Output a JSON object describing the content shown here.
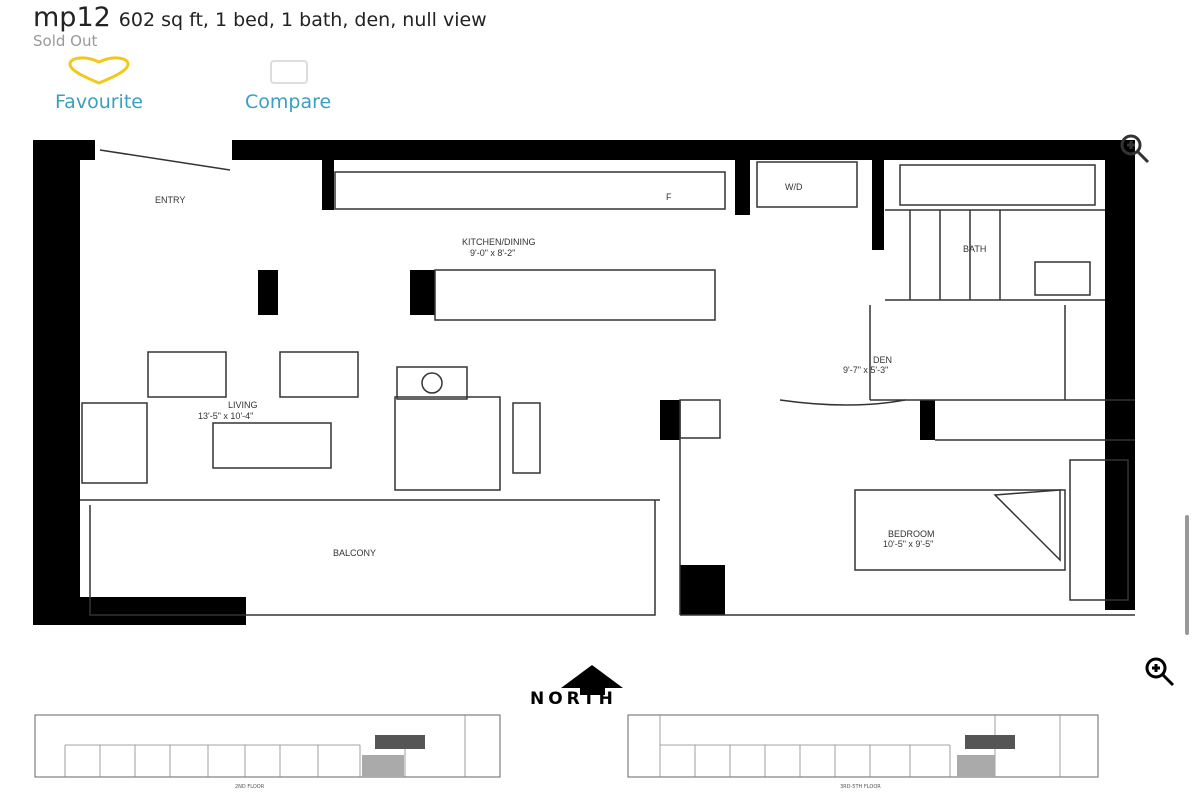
{
  "unit": {
    "code": "mp12",
    "description": "602 sq ft, 1 bed, 1 bath, den, null view",
    "status": "Sold Out"
  },
  "actions": {
    "favourite": "Favourite",
    "compare": "Compare"
  },
  "colors": {
    "accent": "#3a9fbf",
    "heart": "#f2c81b"
  },
  "plan": {
    "entry": "ENTRY",
    "kitchen": "KITCHEN/DINING",
    "kitchen_dim": "9'-0\" x 8'-2\"",
    "fridge": "F",
    "wd": "W/D",
    "bath": "BATH",
    "den": "DEN",
    "den_dim": "9'-7\" x 5'-3\"",
    "living": "LIVING",
    "living_dim": "13'-5\" x 10'-4\"",
    "balcony": "BALCONY",
    "bedroom": "BEDROOM",
    "bedroom_dim": "10'-5\" x 9'-5\"",
    "north": "NORTH",
    "floor_a": "2ND FLOOR",
    "floor_b": "3RD-5TH FLOOR"
  }
}
